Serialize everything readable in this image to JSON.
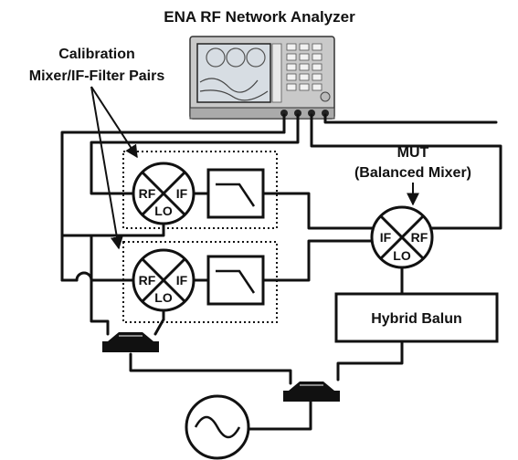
{
  "instrument": {
    "title": "ENA RF Network Analyzer"
  },
  "calibration": {
    "label_line1": "Calibration",
    "label_line2": "Mixer/IF-Filter Pairs"
  },
  "mut": {
    "label_line1": "MUT",
    "label_line2": "(Balanced Mixer)"
  },
  "mixer_ports": {
    "rf": "RF",
    "if": "IF",
    "lo": "LO"
  },
  "balun": {
    "label": "Hybrid Balun"
  },
  "colors": {
    "line": "#111111",
    "instrument_body": "#c9c9c9",
    "screen": "#d7dde3",
    "background": "#ffffff"
  }
}
